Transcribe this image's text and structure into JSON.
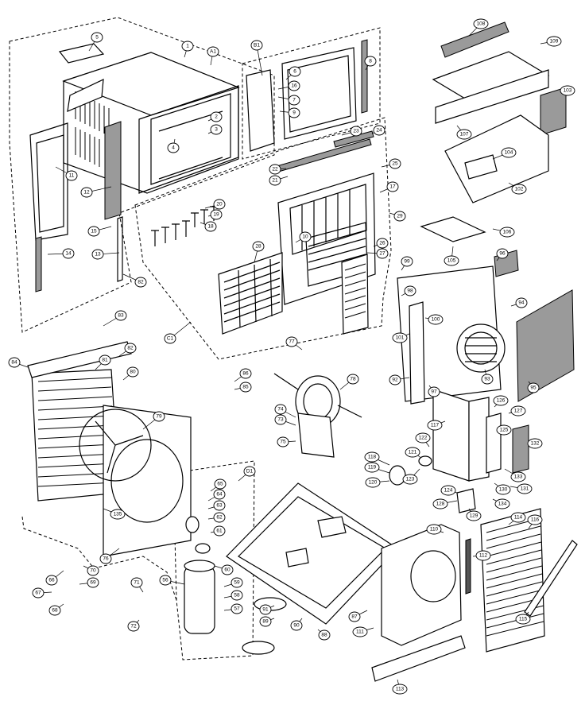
{
  "diagram": {
    "callouts": [
      {
        "label": "5"
      },
      {
        "label": "1"
      },
      {
        "label": "A1"
      },
      {
        "label": "B1"
      },
      {
        "label": "8"
      },
      {
        "label": "6"
      },
      {
        "label": "16"
      },
      {
        "label": "7"
      },
      {
        "label": "9"
      },
      {
        "label": "2"
      },
      {
        "label": "3"
      },
      {
        "label": "4"
      },
      {
        "label": "11"
      },
      {
        "label": "12"
      },
      {
        "label": "15"
      },
      {
        "label": "14"
      },
      {
        "label": "13"
      },
      {
        "label": "82"
      },
      {
        "label": "20"
      },
      {
        "label": "19"
      },
      {
        "label": "18"
      },
      {
        "label": "23"
      },
      {
        "label": "24"
      },
      {
        "label": "22"
      },
      {
        "label": "21"
      },
      {
        "label": "25"
      },
      {
        "label": "17"
      },
      {
        "label": "29"
      },
      {
        "label": "10"
      },
      {
        "label": "26"
      },
      {
        "label": "27"
      },
      {
        "label": "28"
      },
      {
        "label": "C1"
      },
      {
        "label": "108"
      },
      {
        "label": "109"
      },
      {
        "label": "103"
      },
      {
        "label": "107"
      },
      {
        "label": "104"
      },
      {
        "label": "102"
      },
      {
        "label": "106"
      },
      {
        "label": "105"
      },
      {
        "label": "99"
      },
      {
        "label": "96"
      },
      {
        "label": "98"
      },
      {
        "label": "94"
      },
      {
        "label": "100"
      },
      {
        "label": "101"
      },
      {
        "label": "92"
      },
      {
        "label": "93"
      },
      {
        "label": "95"
      },
      {
        "label": "97"
      },
      {
        "label": "83"
      },
      {
        "label": "84"
      },
      {
        "label": "82"
      },
      {
        "label": "81"
      },
      {
        "label": "80"
      },
      {
        "label": "79"
      },
      {
        "label": "77"
      },
      {
        "label": "78"
      },
      {
        "label": "86"
      },
      {
        "label": "85"
      },
      {
        "label": "74"
      },
      {
        "label": "73"
      },
      {
        "label": "75"
      },
      {
        "label": "126"
      },
      {
        "label": "127"
      },
      {
        "label": "117"
      },
      {
        "label": "125"
      },
      {
        "label": "132"
      },
      {
        "label": "122"
      },
      {
        "label": "121"
      },
      {
        "label": "118"
      },
      {
        "label": "119"
      },
      {
        "label": "120"
      },
      {
        "label": "123"
      },
      {
        "label": "133"
      },
      {
        "label": "124"
      },
      {
        "label": "130"
      },
      {
        "label": "131"
      },
      {
        "label": "134"
      },
      {
        "label": "128"
      },
      {
        "label": "129"
      },
      {
        "label": "135"
      },
      {
        "label": "76"
      },
      {
        "label": "D1"
      },
      {
        "label": "65"
      },
      {
        "label": "64"
      },
      {
        "label": "63"
      },
      {
        "label": "62"
      },
      {
        "label": "61"
      },
      {
        "label": "60"
      },
      {
        "label": "59"
      },
      {
        "label": "58"
      },
      {
        "label": "57"
      },
      {
        "label": "56"
      },
      {
        "label": "66"
      },
      {
        "label": "67"
      },
      {
        "label": "70"
      },
      {
        "label": "69"
      },
      {
        "label": "68"
      },
      {
        "label": "71"
      },
      {
        "label": "72"
      },
      {
        "label": "91"
      },
      {
        "label": "89"
      },
      {
        "label": "90"
      },
      {
        "label": "88"
      },
      {
        "label": "87"
      },
      {
        "label": "110"
      },
      {
        "label": "112"
      },
      {
        "label": "111"
      },
      {
        "label": "114"
      },
      {
        "label": "116"
      },
      {
        "label": "115"
      },
      {
        "label": "113"
      }
    ]
  }
}
